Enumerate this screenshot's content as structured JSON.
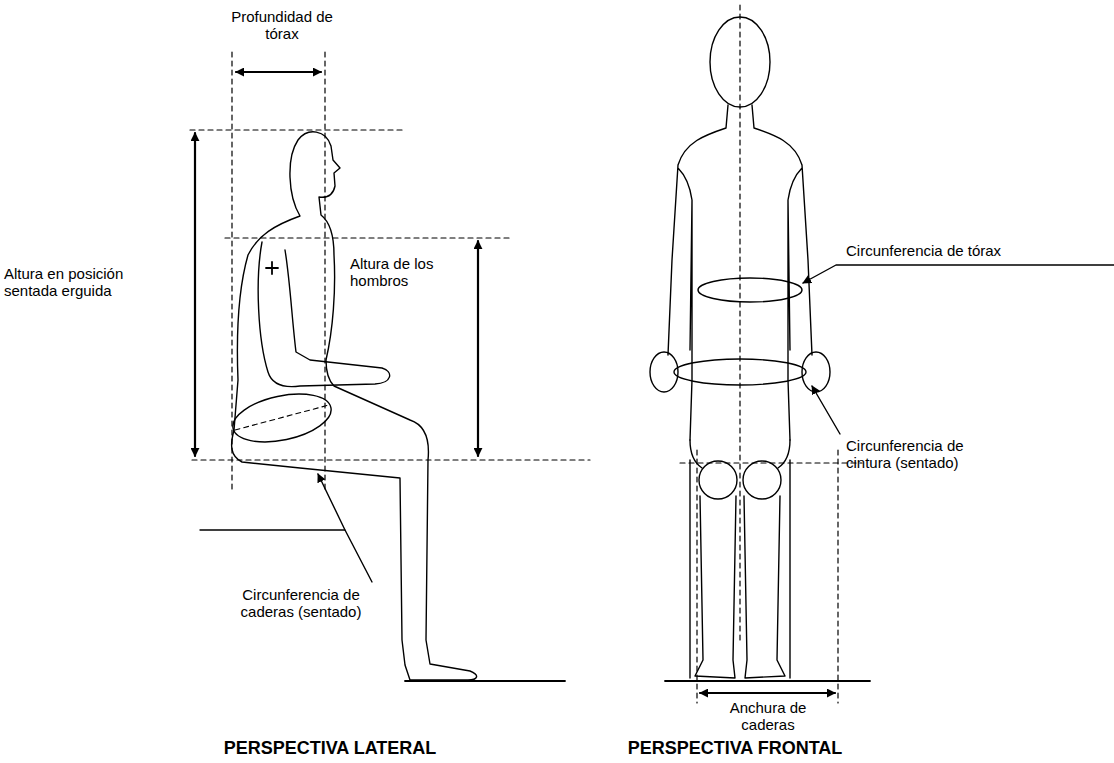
{
  "diagram": {
    "labels": [
      "Profundidad de tórax",
      "Altura en posición sentada erguida",
      "Altura de los hombros",
      "Circunferencia de caderas (sentado)",
      "Circunferencia de tórax",
      "Circunferencia de cintura (sentado)",
      "Anchura de caderas",
      "PERSPECTIVA LATERAL",
      "PERSPECTIVA FRONTAL"
    ]
  }
}
